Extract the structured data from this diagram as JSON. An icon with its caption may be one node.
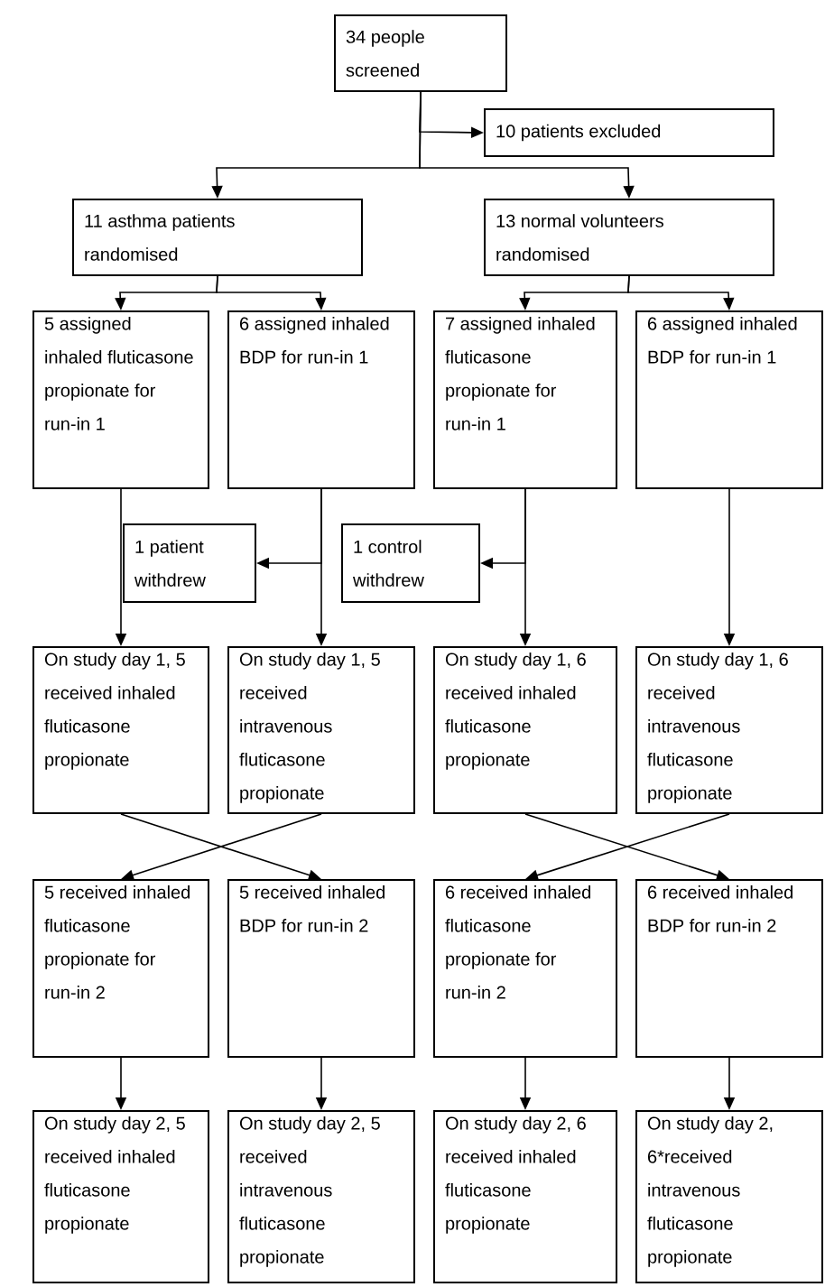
{
  "diagram": {
    "nodes": [
      {
        "text": [
          "34 people screened"
        ]
      },
      {
        "text": [
          "10 patients excluded"
        ]
      },
      {
        "text": [
          "11 asthma patients randomised"
        ]
      },
      {
        "text": [
          "13 normal volunteers randomised"
        ]
      },
      {
        "text": [
          "5 assigned inhaled fluticasone propionate for run-in 1"
        ]
      },
      {
        "text": [
          "6 assigned inhaled BDP for run-in 1"
        ]
      },
      {
        "text": [
          "7 assigned inhaled fluticasone propionate for run-in 1"
        ]
      },
      {
        "text": [
          "6 assigned inhaled BDP for run-in 1"
        ]
      },
      {
        "text": [
          "1 patient withdrew"
        ]
      },
      {
        "text": [
          "1 control withdrew"
        ]
      },
      {
        "text": [
          "On study day 1, 5 received inhaled fluticasone propionate"
        ]
      },
      {
        "text": [
          "On study day 1, 5 received intravenous fluticasone propionate"
        ]
      },
      {
        "text": [
          "On study day 1, 6 received inhaled fluticasone propionate"
        ]
      },
      {
        "text": [
          "On study day 1, 6 received intravenous fluticasone propionate"
        ]
      },
      {
        "text": [
          "5 received inhaled fluticasone propionate for run-in 2"
        ]
      },
      {
        "text": [
          "5 received inhaled BDP for run-in 2"
        ]
      },
      {
        "text": [
          "6 received inhaled fluticasone propionate for run-in 2"
        ]
      },
      {
        "text": [
          "6 received inhaled BDP for run-in 2"
        ]
      },
      {
        "text": [
          "On study day 2, 5 received inhaled fluticasone propionate"
        ]
      },
      {
        "text": [
          "On study day 2, 5 received intravenous fluticasone propionate"
        ]
      },
      {
        "text": [
          "On study day 2, 6 received inhaled fluticasone propionate"
        ]
      },
      {
        "text": [
          "On study day 2, 6*received intravenous fluticasone propionate"
        ]
      }
    ],
    "edges": [
      {
        "from": 0,
        "to": 1,
        "arrow": "to"
      },
      {
        "from": 0,
        "to": 2,
        "arrow": "to"
      },
      {
        "from": 0,
        "to": 3,
        "arrow": "to"
      },
      {
        "from": 2,
        "to": 4,
        "arrow": "to"
      },
      {
        "from": 2,
        "to": 5,
        "arrow": "to"
      },
      {
        "from": 3,
        "to": 6,
        "arrow": "to"
      },
      {
        "from": 3,
        "to": 7,
        "arrow": "to"
      },
      {
        "from": 4,
        "to": 10,
        "arrow": "to"
      },
      {
        "from": 5,
        "to": 8,
        "arrow": "to"
      },
      {
        "from": 5,
        "to": 11,
        "arrow": "to"
      },
      {
        "from": 6,
        "to": 9,
        "arrow": "to"
      },
      {
        "from": 6,
        "to": 12,
        "arrow": "to"
      },
      {
        "from": 7,
        "to": 13,
        "arrow": "to"
      },
      {
        "from": 10,
        "to": 15,
        "arrow": "to"
      },
      {
        "from": 11,
        "to": 14,
        "arrow": "to"
      },
      {
        "from": 12,
        "to": 17,
        "arrow": "to"
      },
      {
        "from": 13,
        "to": 16,
        "arrow": "to"
      },
      {
        "from": 14,
        "to": 18,
        "arrow": "to"
      },
      {
        "from": 15,
        "to": 19,
        "arrow": "to"
      },
      {
        "from": 16,
        "to": 20,
        "arrow": "to"
      },
      {
        "from": 17,
        "to": 21,
        "arrow": "to"
      }
    ]
  }
}
